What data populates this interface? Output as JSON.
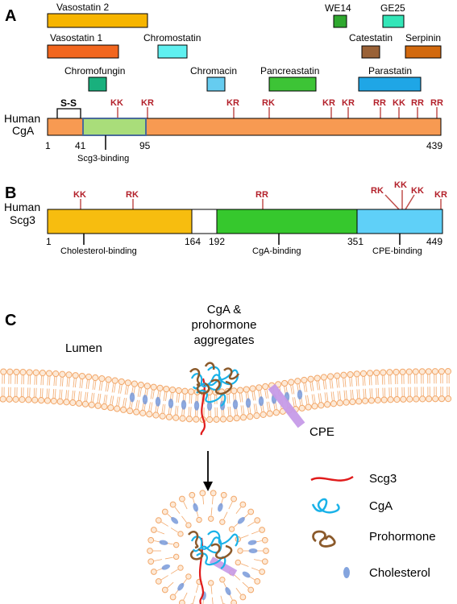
{
  "panel_a": {
    "letter": "A",
    "protein": [
      "Human",
      "CgA"
    ],
    "disulfide": "S-S",
    "peptides": [
      {
        "name": "Vasostatin 2",
        "color": "#f7b500"
      },
      {
        "name": "Vasostatin 1",
        "color": "#f2661e"
      },
      {
        "name": "Chromostatin",
        "color": "#5ff0f0"
      },
      {
        "name": "WE14",
        "color": "#2fa82f"
      },
      {
        "name": "GE25",
        "color": "#33e6b8"
      },
      {
        "name": "Catestatin",
        "color": "#9a6237"
      },
      {
        "name": "Serpinin",
        "color": "#d2690e"
      },
      {
        "name": "Chromofungin",
        "color": "#19b07d"
      },
      {
        "name": "Chromacin",
        "color": "#66ccf0"
      },
      {
        "name": "Pancreastatin",
        "color": "#3dc436"
      },
      {
        "name": "Parastatin",
        "color": "#1fa6e6"
      }
    ],
    "cleavage_sites": [
      "KK",
      "KR",
      "KR",
      "RK",
      "KR",
      "KR",
      "RR",
      "KK",
      "RR",
      "RR"
    ],
    "positions": [
      "1",
      "41",
      "95",
      "439"
    ],
    "domain_label": "Scg3-binding",
    "bar_color": "#f79a52",
    "domain_color": "#a9dd7a"
  },
  "panel_b": {
    "letter": "B",
    "protein": [
      "Human",
      "Scg3"
    ],
    "cleavage_sites": [
      "KK",
      "RK",
      "RR",
      "RK",
      "KK",
      "KK",
      "KR"
    ],
    "positions": [
      "1",
      "164",
      "192",
      "351",
      "449"
    ],
    "domains": [
      {
        "label": "Cholesterol-binding",
        "color": "#f7bd0f"
      },
      {
        "label": "",
        "color": "#ffffff"
      },
      {
        "label": "CgA-binding",
        "color": "#36c82d"
      },
      {
        "label": "CPE-binding",
        "color": "#5fd0f8"
      }
    ]
  },
  "panel_c": {
    "letter": "C",
    "lumen": "Lumen",
    "aggregate_label": [
      "CgA &",
      "prohormone",
      "aggregates"
    ],
    "cpe": "CPE",
    "legend": [
      {
        "name": "Scg3",
        "icon": "red-line-icon",
        "color": "#e01b1b"
      },
      {
        "name": "CgA",
        "icon": "blue-squiggle-icon",
        "color": "#1ab2e8"
      },
      {
        "name": "Prohormone",
        "icon": "brown-squiggle-icon",
        "color": "#8b5a2b"
      },
      {
        "name": "Cholesterol",
        "icon": "blue-oval-icon",
        "color": "#6f94d8"
      }
    ]
  }
}
